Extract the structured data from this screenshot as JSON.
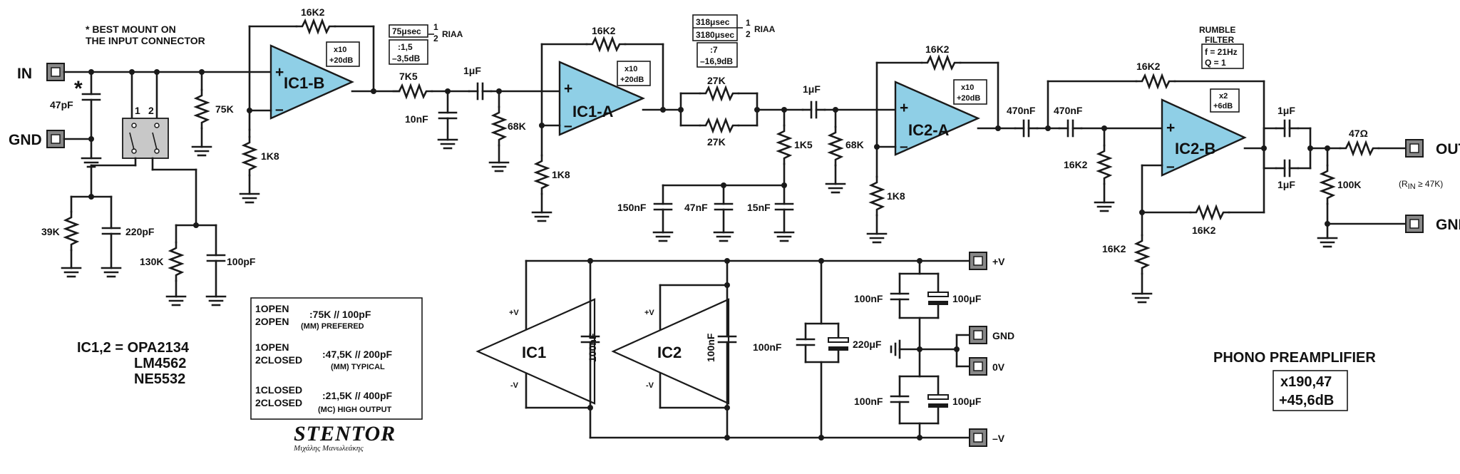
{
  "io": {
    "in": "IN",
    "gnd_in": "GND",
    "out": "OUT",
    "gnd_out": "GND",
    "rin_note": "(R",
    "rin_sub": "IN",
    "rin_rest": " ≥ 47K)",
    "pos_v": "+V",
    "gnd_supply": "GND",
    "zero_v": "0V",
    "neg_v": "–V"
  },
  "notes": {
    "star": "*",
    "mount_1": "* BEST MOUNT ON",
    "mount_2": "THE INPUT CONNECTOR"
  },
  "amps": {
    "ic1b": "IC1-B",
    "ic1a": "IC1-A",
    "ic2a": "IC2-A",
    "ic2b": "IC2-B",
    "ic1": "IC1",
    "ic2": "IC2",
    "plus": "+",
    "minus": "–"
  },
  "gains": {
    "ic1b_1": "x10",
    "ic1b_2": "+20dB",
    "ic1a_1": "x10",
    "ic1a_2": "+20dB",
    "ic2a_1": "x10",
    "ic2a_2": "+20dB",
    "ic2b_1": "x2",
    "ic2b_2": "+6dB"
  },
  "riaa": {
    "box1_1": "75μsec",
    "box1_frac_n": "1",
    "box1_frac_d": "2",
    "box1_label": "RIAA",
    "box1_b1": ":1,5",
    "box1_b2": "–3,5dB",
    "box2_1": "318μsec",
    "box2_2": "3180μsec",
    "box2_frac_n": "1",
    "box2_frac_d": "2",
    "box2_label": "RIAA",
    "box2_b1": ":7",
    "box2_b2": "–16,9dB"
  },
  "rumble": {
    "t1": "RUMBLE",
    "t2": "FILTER",
    "f": "f = 21Hz",
    "q": "Q = 1"
  },
  "components": {
    "c47p": "47pF",
    "r75k": "75K",
    "r16k2_a": "16K2",
    "r1k8_a": "1K8",
    "r7k5": "7K5",
    "c10n": "10nF",
    "c1u_a": "1μF",
    "r68k_a": "68K",
    "r16k2_b": "16K2",
    "r1k8_b": "1K8",
    "r27k_a": "27K",
    "r27k_b": "27K",
    "c1u_b": "1μF",
    "r1k5": "1K5",
    "r68k_b": "68K",
    "c150n": "150nF",
    "c47n": "47nF",
    "c15n": "15nF",
    "r16k2_c": "16K2",
    "r1k8_c": "1K8",
    "c470n_a": "470nF",
    "c470n_b": "470nF",
    "r16k2_d": "16K2",
    "r16k2_e": "16K2",
    "r16k2_f": "16K2",
    "r16k2_g": "16K2",
    "c1u_c": "1μF",
    "c1u_d": "1μF",
    "r47": "47Ω",
    "r100k": "100K",
    "r39k": "39K",
    "c220p": "220pF",
    "r130k": "130K",
    "c100p": "100pF",
    "sw1": "1",
    "sw2": "2",
    "c100n_ic1": "100nF",
    "c100n_ic2": "100nF",
    "c100n_s": "100nF",
    "c220u": "220μF",
    "c100n_t": "100nF",
    "c100u_t": "100μF",
    "c100n_b": "100nF",
    "c100u_b": "100μF",
    "ic_pv": "+V",
    "ic_nv": "-V",
    "ic2_pv": "+V",
    "ic2_nv": "-V"
  },
  "settings": {
    "r1a": "1OPEN",
    "r1b": "2OPEN",
    "r1v": ":75K // 100pF",
    "r1n": "(MM) PREFERED",
    "r2a": "1OPEN",
    "r2b": "2CLOSED",
    "r2v": ":47,5K // 200pF",
    "r2n": "(MM) TYPICAL",
    "r3a": "1CLOSED",
    "r3b": "2CLOSED",
    "r3v": ":21,5K // 400pF",
    "r3n": "(MC) HIGH OUTPUT"
  },
  "ic_list": {
    "l1": "IC1,2 = OPA2134",
    "l2": "LM4562",
    "l3": "NE5532"
  },
  "title": {
    "name": "PHONO PREAMPLIFIER",
    "gain1": "x190,47",
    "gain2": "+45,6dB"
  },
  "brand": {
    "logo": "STENTOR",
    "signature": "Μιχάλης Μανωλεάκης"
  }
}
